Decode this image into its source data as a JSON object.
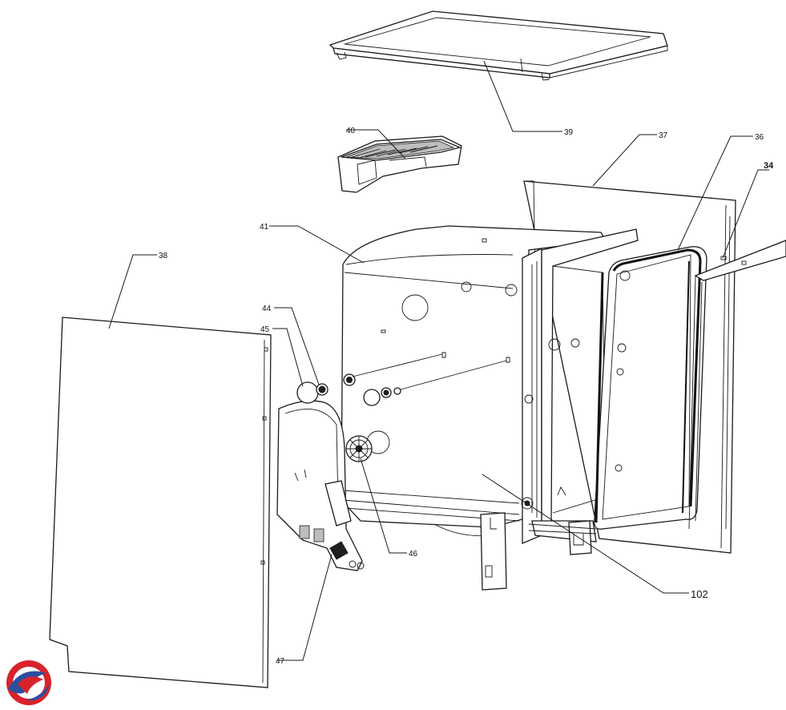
{
  "diagram": {
    "callouts": {
      "c39": "39",
      "c40": "40",
      "c37": "37",
      "c36": "36",
      "c34": "34",
      "c41": "41",
      "c38": "38",
      "c44": "44",
      "c45": "45",
      "c46": "46",
      "c47": "47",
      "c102": "102"
    },
    "logo": {
      "colors": [
        "#d8232a",
        "#2a4ea0"
      ]
    }
  }
}
